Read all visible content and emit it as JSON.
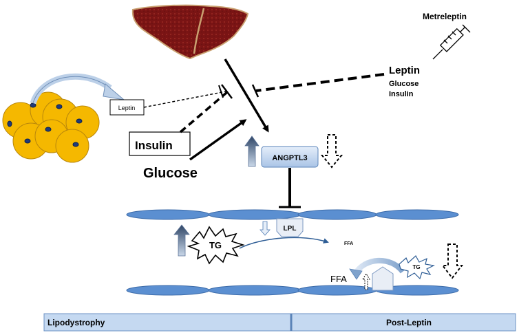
{
  "labels": {
    "leptin_small": "Leptin",
    "insulin_box": "Insulin",
    "glucose_main": "Glucose",
    "metreleptin": "Metreleptin",
    "leptin_right": "Leptin",
    "glucose_right": "Glucose",
    "insulin_right": "Insulin",
    "angptl3": "ANGPTL3",
    "lpl": "LPL",
    "tg_left": "TG",
    "ffa_small": "FFA",
    "tg_right": "TG",
    "ffa_lower": "FFA"
  },
  "footer": {
    "left": "Lipodystrophy",
    "right": "Post-Leptin"
  },
  "colors": {
    "liver": "#8b1a1a",
    "adipocyte": "#f5b800",
    "nucleus": "#1f3a7a",
    "vessel": "#5b8fd1",
    "footer_bar": "#c5d9f1",
    "arrow_up": "#3d5a80",
    "box_fill": "#cfe0f5"
  },
  "icons": [
    "liver-icon",
    "adipocyte-cluster-icon",
    "syringe-icon",
    "tg-burst-icon",
    "lpl-icon"
  ]
}
